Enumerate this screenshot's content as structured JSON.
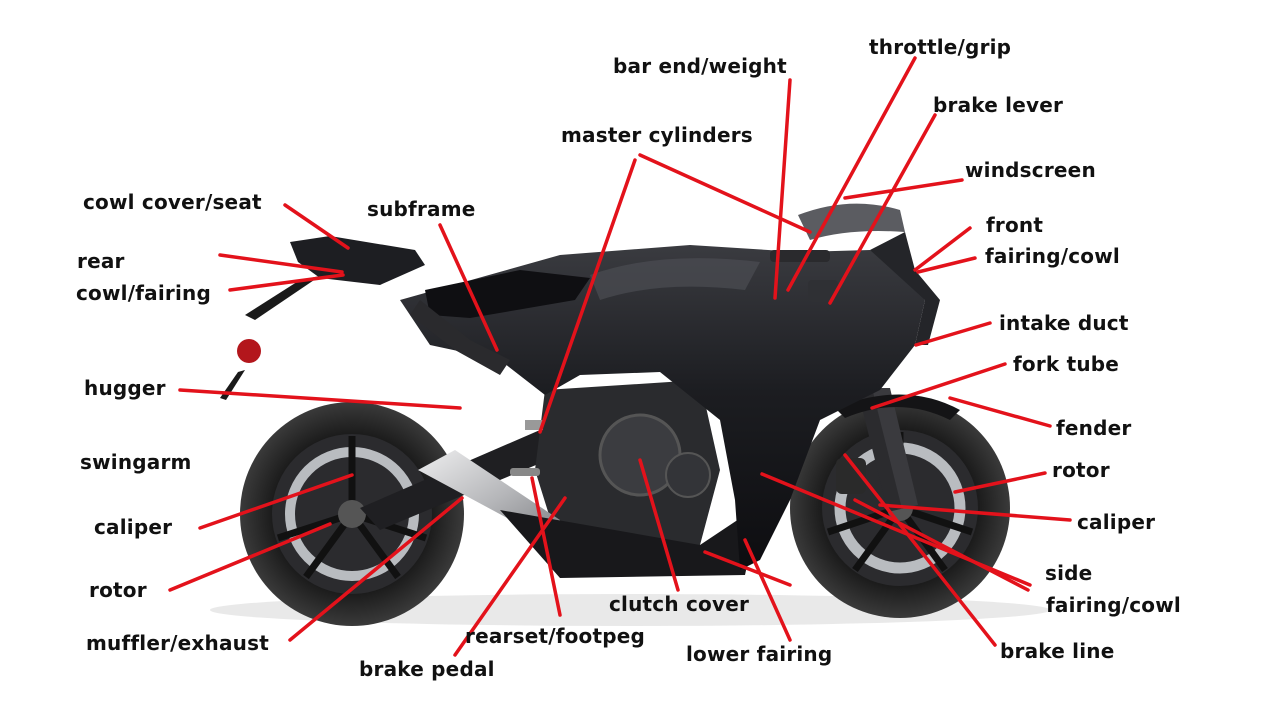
{
  "labels": {
    "throttle_grip": "throttle/grip",
    "bar_end_weight": "bar end/weight",
    "brake_lever": "brake lever",
    "master_cylinders": "master cylinders",
    "windscreen": "windscreen",
    "cowl_cover_seat": "cowl cover/seat",
    "subframe": "subframe",
    "front": "front",
    "fairing_cowl_front": "fairing/cowl",
    "rear": "rear",
    "cowl_fairing_rear": "cowl/fairing",
    "intake_duct": "intake duct",
    "fork_tube": "fork tube",
    "hugger": "hugger",
    "fender": "fender",
    "swingarm": "swingarm",
    "rotor_front": "rotor",
    "caliper_rear": "caliper",
    "caliper_front": "caliper",
    "rotor_rear": "rotor",
    "side": "side",
    "fairing_cowl_side": "fairing/cowl",
    "clutch_cover": "clutch cover",
    "muffler_exhaust": "muffler/exhaust",
    "rearset_footpeg": "rearset/footpeg",
    "lower_fairing": "lower fairing",
    "brake_line": "brake line",
    "brake_pedal": "brake pedal"
  },
  "colors": {
    "leader_line": "#e3121b",
    "label_text": "#111111",
    "bike_body": "#1b1b1e",
    "tire": "#141414",
    "rotor": "#b9bcc0",
    "exhaust": "#c9cacc"
  }
}
